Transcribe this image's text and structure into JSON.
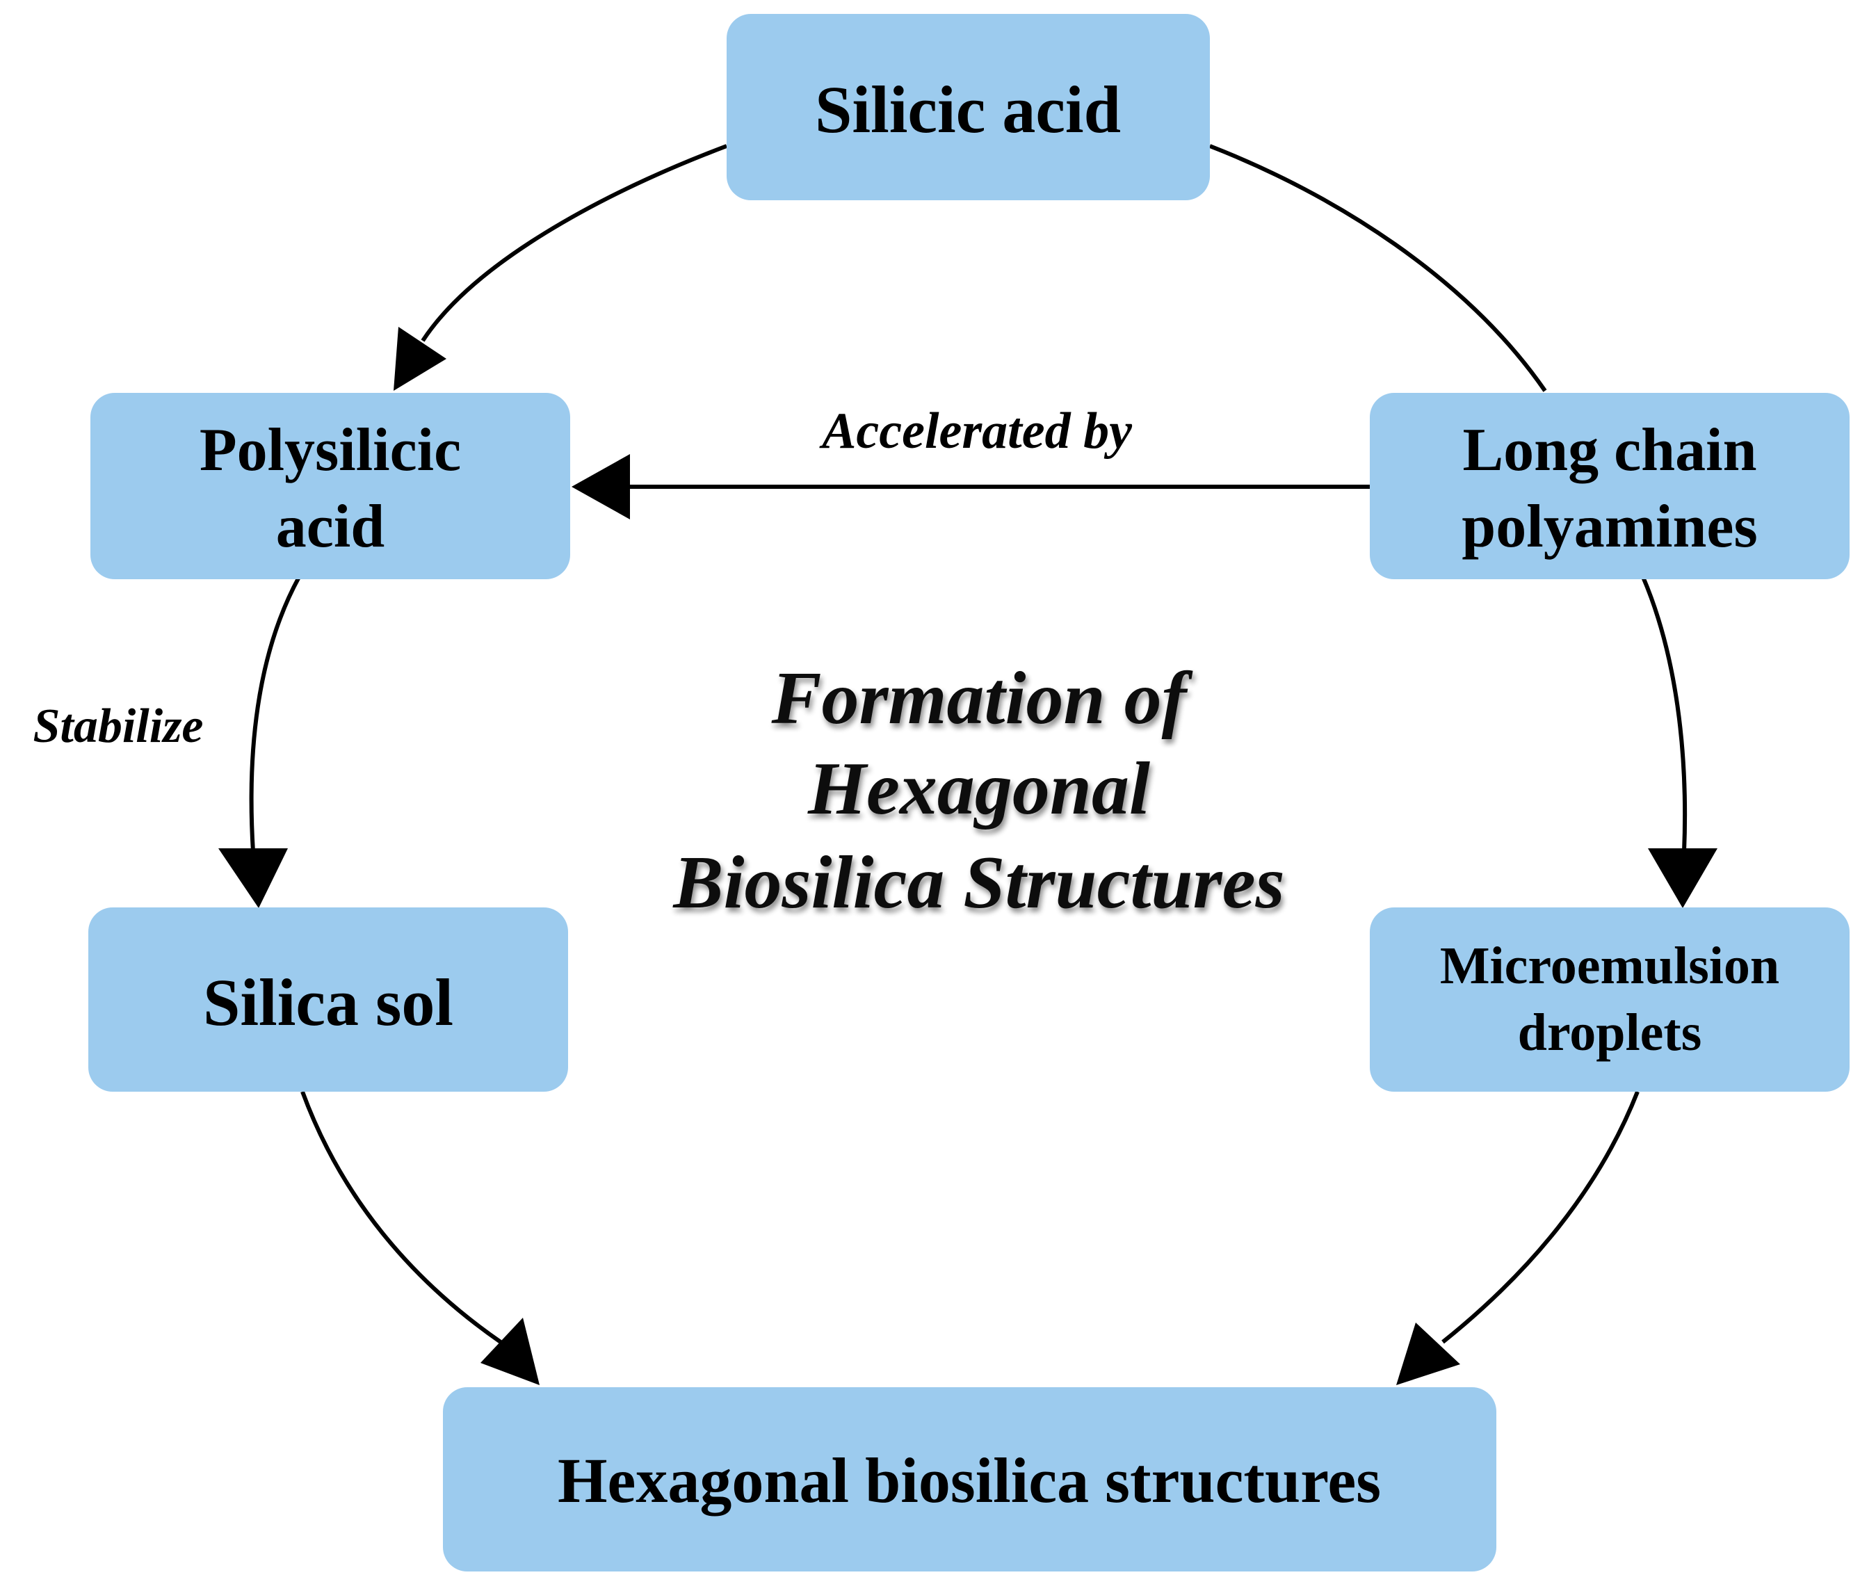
{
  "colors": {
    "node_fill": "#9ccbee",
    "arrow": "#000000",
    "background": "#ffffff"
  },
  "title": {
    "line1": "Formation of",
    "line2": "Hexagonal",
    "line3": "Biosilica Structures"
  },
  "nodes": {
    "silicic_acid": {
      "line1": "Silicic acid"
    },
    "polysilicic_acid": {
      "line1": "Polysilicic",
      "line2": "acid"
    },
    "long_chain_polyamines": {
      "line1": "Long chain",
      "line2": "polyamines"
    },
    "silica_sol": {
      "line1": "Silica sol"
    },
    "microemulsion_droplets": {
      "line1": "Microemulsion",
      "line2": "droplets"
    },
    "hexagonal_biosilica": {
      "line1": "Hexagonal biosilica structures"
    }
  },
  "edge_labels": {
    "accelerated_by": "Accelerated by",
    "stabilize": "Stabilize"
  }
}
